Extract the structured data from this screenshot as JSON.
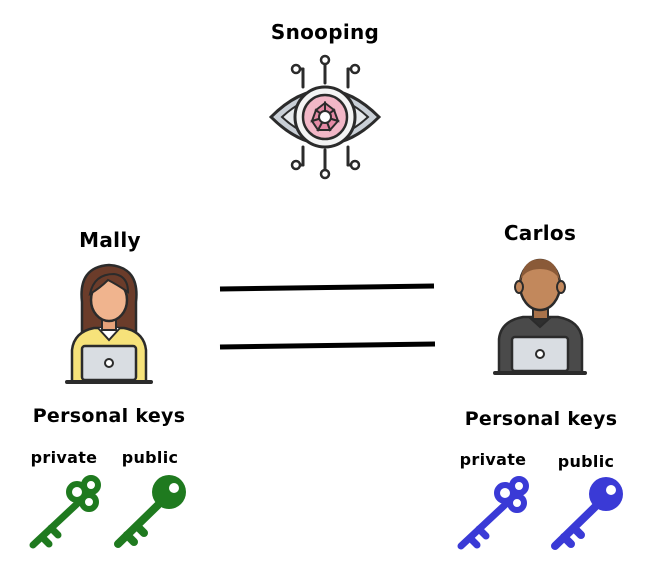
{
  "snooper": {
    "title": "Snooping",
    "icon": "eye-icon"
  },
  "users": [
    {
      "name": "Mally",
      "keys_heading": "Personal keys",
      "private_label": "private",
      "public_label": "public",
      "key_color": "#1f7a1f",
      "avatar": "woman-laptop-icon"
    },
    {
      "name": "Carlos",
      "keys_heading": "Personal keys",
      "private_label": "private",
      "public_label": "public",
      "key_color": "#3a3ad6",
      "avatar": "man-laptop-icon"
    }
  ],
  "channel": {
    "icon": "double-line-channel"
  }
}
